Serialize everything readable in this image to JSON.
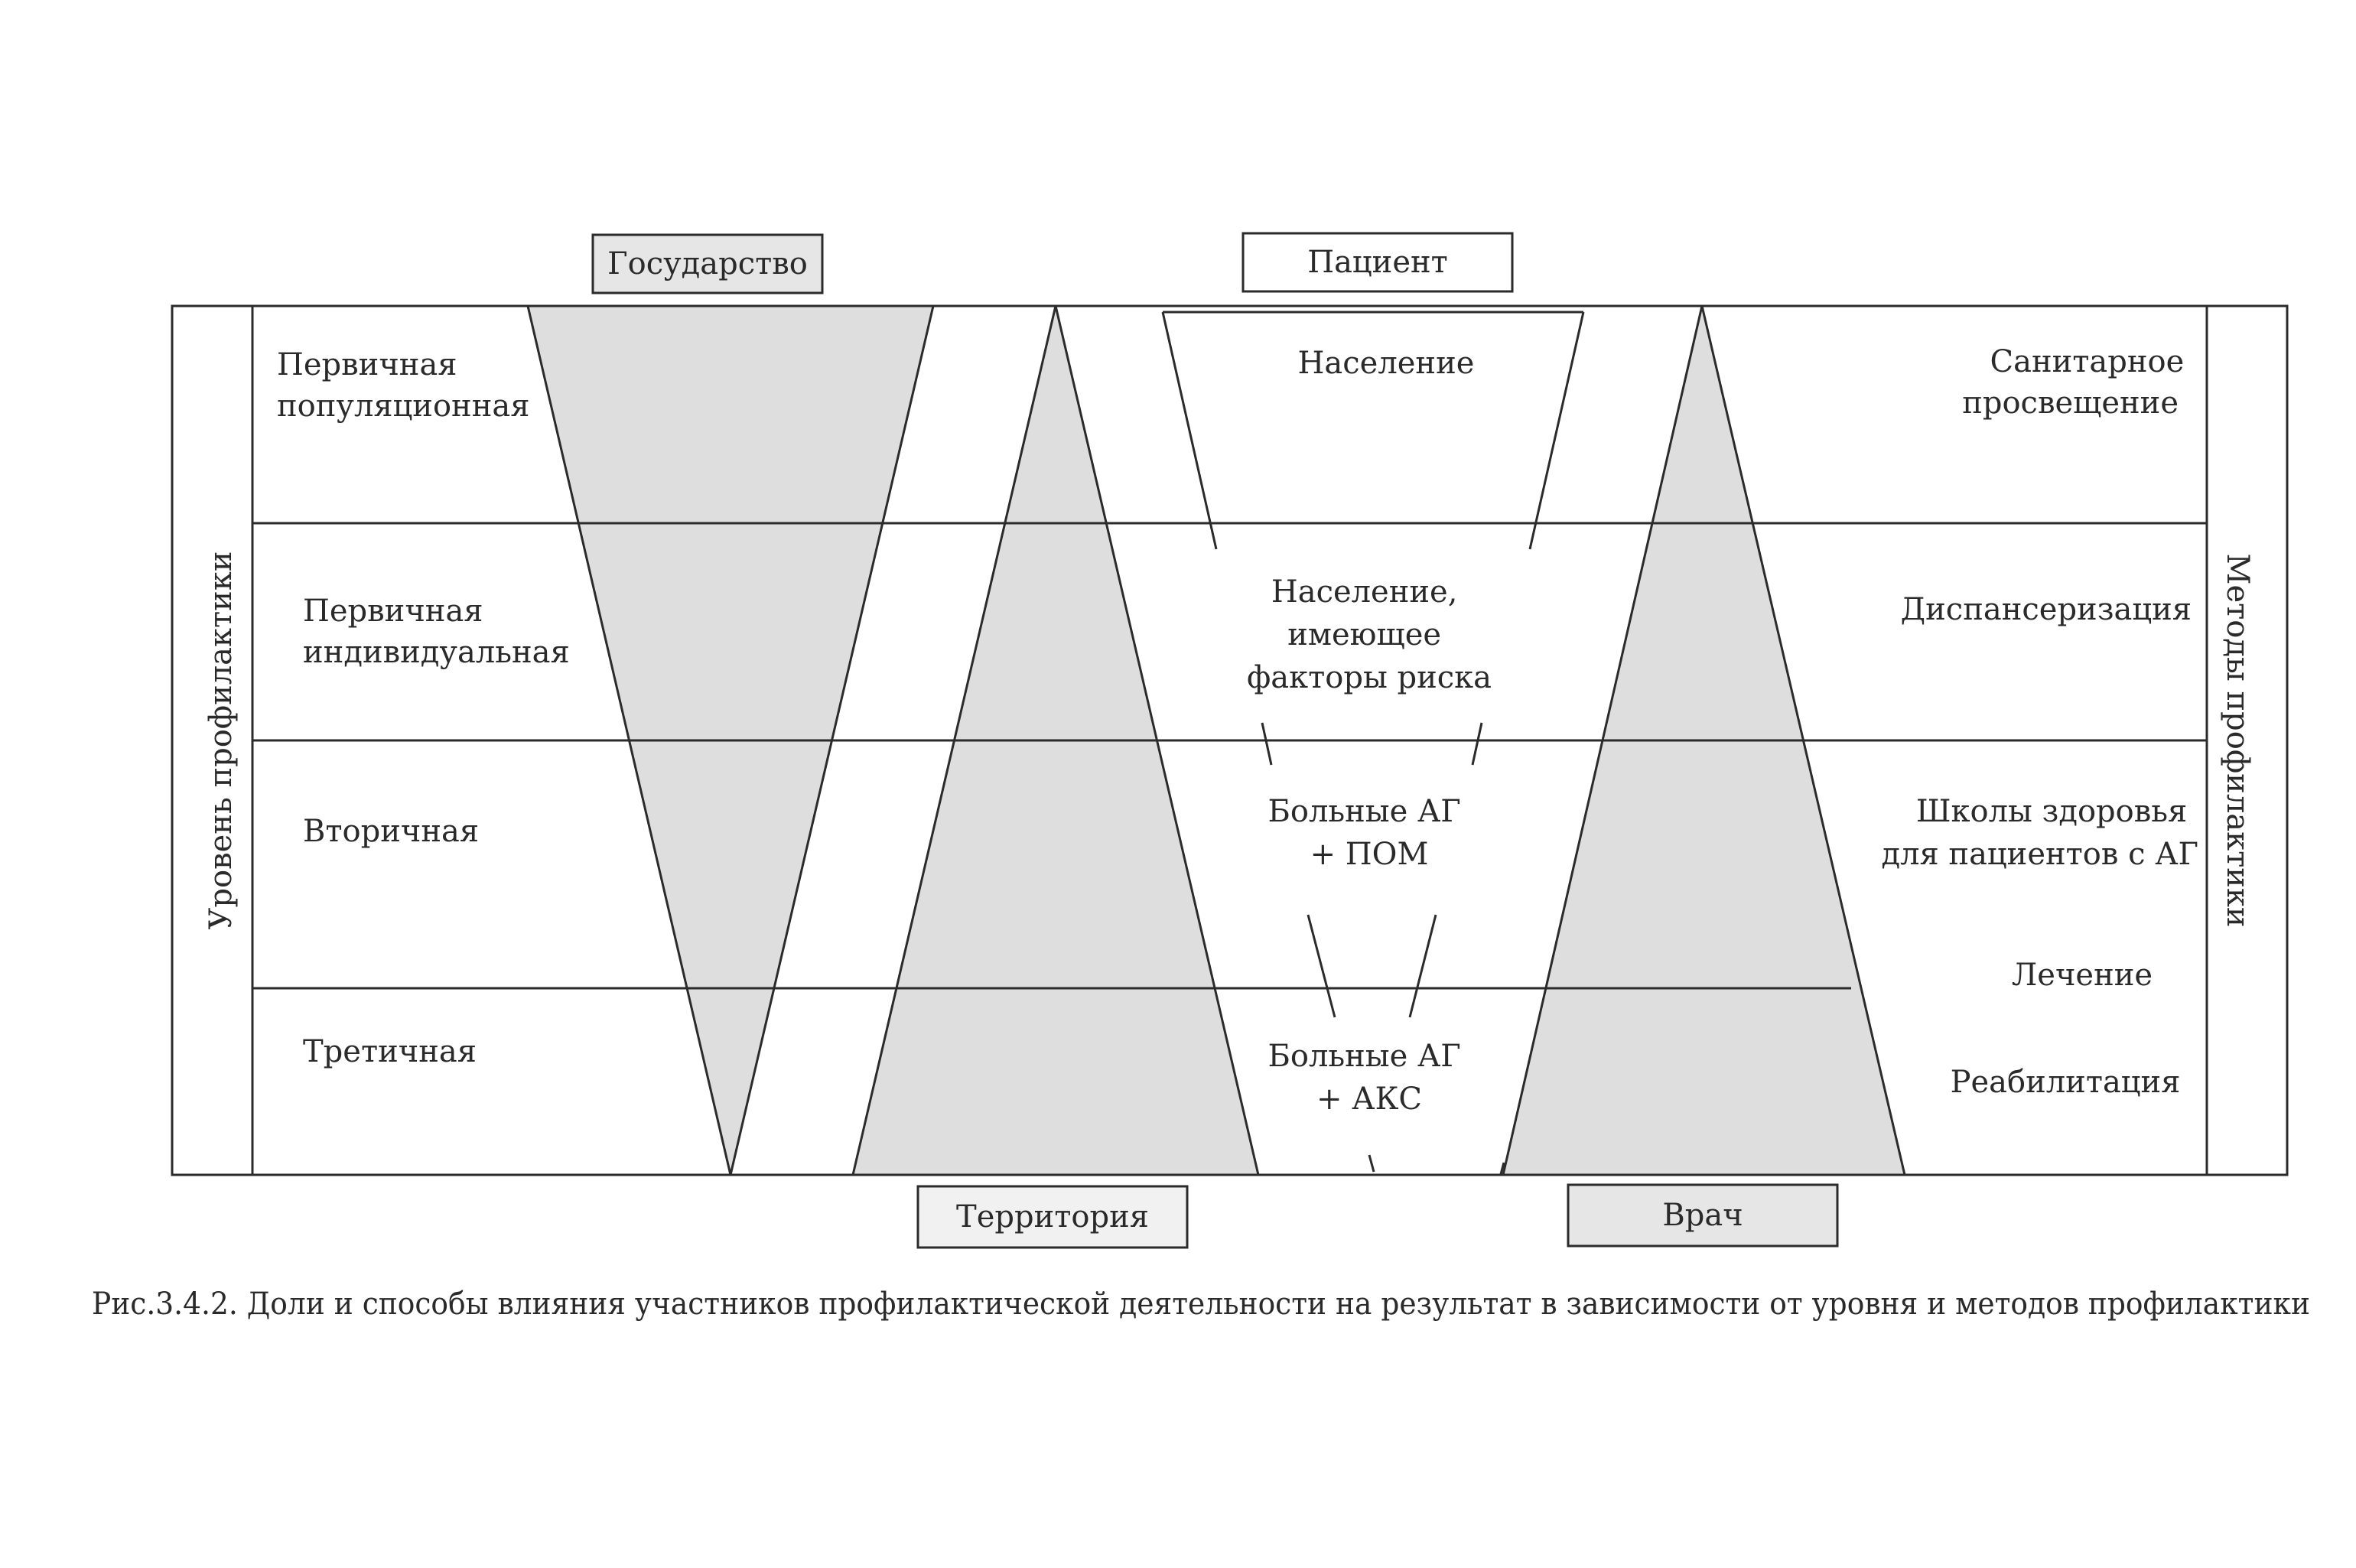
{
  "participants": {
    "state": "Государство",
    "patient": "Пациент",
    "territory": "Территория",
    "doctor": "Врач"
  },
  "axis_left": "Уровень профилактики",
  "axis_right": "Методы профилактики",
  "levels": [
    {
      "lines": [
        "Первичная",
        "популяционная"
      ]
    },
    {
      "lines": [
        "Первичная",
        "индивидуальная"
      ]
    },
    {
      "lines": [
        "Вторичная"
      ]
    },
    {
      "lines": [
        "Третичная"
      ]
    }
  ],
  "target_groups": [
    {
      "lines": [
        "Население"
      ]
    },
    {
      "lines": [
        "Население,",
        "имеющее",
        "факторы риска"
      ]
    },
    {
      "lines": [
        "Больные АГ",
        "+ ПОМ"
      ]
    },
    {
      "lines": [
        "Больные АГ",
        "+ АКС"
      ]
    }
  ],
  "methods": [
    {
      "lines": [
        "Санитарное",
        "просвещение"
      ]
    },
    {
      "lines": [
        "Диспансеризация"
      ]
    },
    {
      "lines": [
        "Школы здоровья",
        "для пациентов с АГ"
      ]
    },
    {
      "lines": [
        "Лечение"
      ]
    },
    {
      "lines": [
        "Реабилитация"
      ]
    }
  ],
  "caption": "Рис.3.4.2. Доли и способы влияния участников профилактической деятельности на результат в зависимости от уровня и методов профилактики",
  "colors": {
    "line": "#2b2b2b",
    "shade": "#dedede",
    "label_box": "#e6e6e6",
    "text": "#2a2a2a"
  }
}
